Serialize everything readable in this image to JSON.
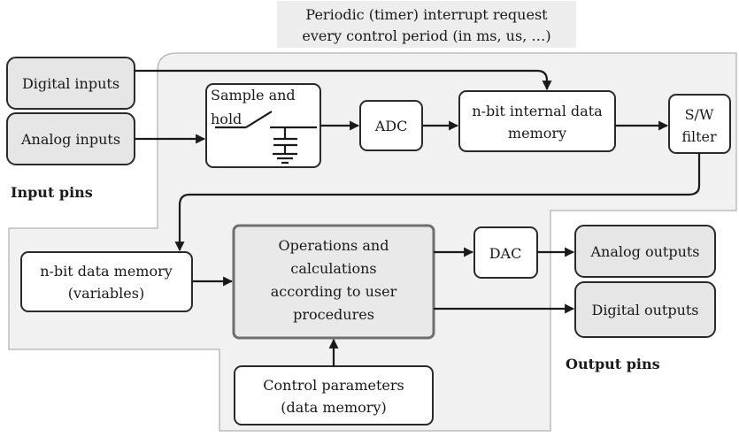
{
  "interrupt_note": {
    "line1": "Periodic (timer) interrupt request",
    "line2": "every control period (in ms, us, …)"
  },
  "blocks": {
    "digital_inputs": "Digital inputs",
    "analog_inputs": "Analog inputs",
    "sample_hold": {
      "line1": "Sample and",
      "line2": "hold"
    },
    "adc": "ADC",
    "internal_memory": {
      "line1": "n-bit internal data",
      "line2": "memory"
    },
    "sw_filter": {
      "line1": "S/W",
      "line2": "filter"
    },
    "data_memory": {
      "line1": "n-bit data memory",
      "line2": "(variables)"
    },
    "operations": {
      "line1": "Operations and",
      "line2": "calculations",
      "line3": "according to user",
      "line4": "procedures"
    },
    "dac": "DAC",
    "analog_outputs": "Analog outputs",
    "digital_outputs": "Digital outputs",
    "control_params": {
      "line1": "Control parameters",
      "line2": "(data memory)"
    }
  },
  "pin_labels": {
    "input": "Input pins",
    "output": "Output pins"
  },
  "colors": {
    "panel_fill": "#f1f1f1",
    "panel_stroke": "#bdbdbd",
    "box_gray": "#e6e6e6",
    "line": "#1a1a1a"
  }
}
